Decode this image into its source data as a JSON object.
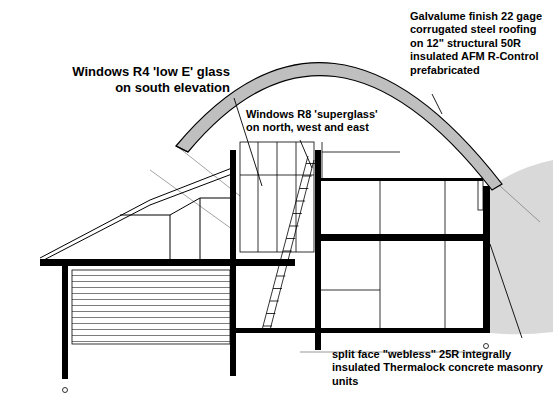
{
  "diagram": {
    "labels": [
      "Windows R4 'low E' glass on south elevation",
      "Windows R8 'superglass' on north, west and east",
      "Galvalume finish 22 gage corrugated steel roofing on 12\" structural 50R insulated AFM R-Control prefabricated",
      "split face \"webless\" 25R integrally insulated Thermalock concrete masonry units"
    ]
  }
}
